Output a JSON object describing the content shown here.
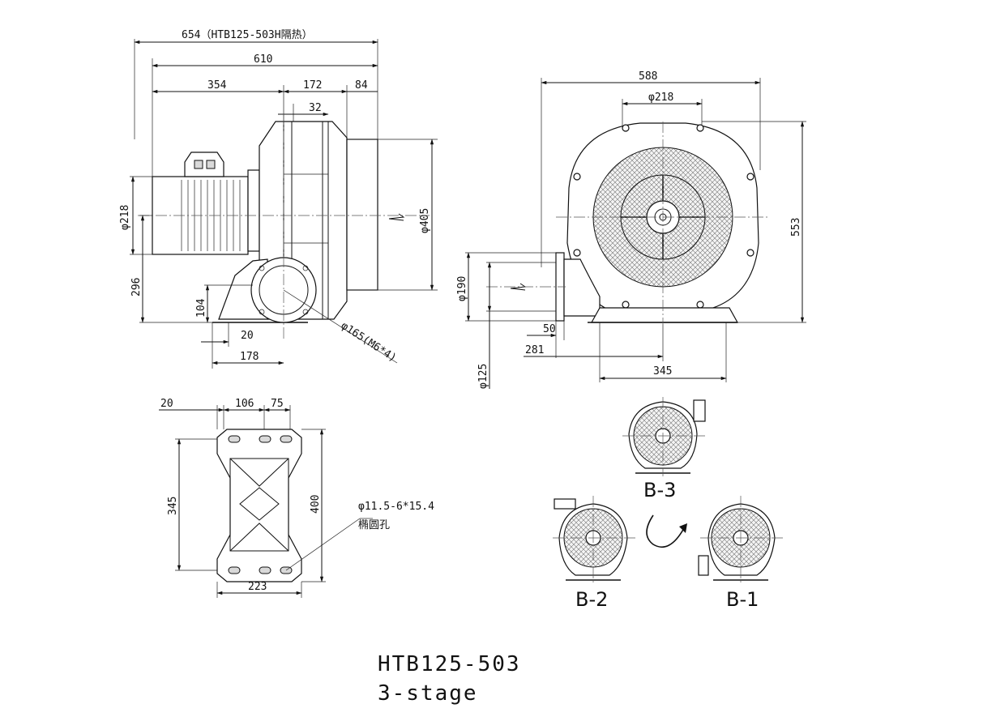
{
  "model": "HTB125-503",
  "stages": "3-stage",
  "side_view": {
    "overall_insulated": "654（HTB125-503H隔热）",
    "overall": "610",
    "motor_length": "354",
    "housing_length": "172",
    "outlet_depth": "84",
    "stage_width": "32",
    "motor_dia": "φ218",
    "shaft_height": "296",
    "inlet_height": "104",
    "foot_offset": "20",
    "foot_to_inlet": "178",
    "housing_dia": "φ405",
    "flange": "φ165(M6*4)"
  },
  "front_view": {
    "width": "588",
    "hub_dia": "φ218",
    "height": "553",
    "outlet_dia": "φ190",
    "outlet_bore": "φ125",
    "flange_thk": "50",
    "outlet_offset": "281",
    "base_width": "345"
  },
  "base_view": {
    "edge": "20",
    "slot_pitch": "106",
    "slot_span": "75",
    "hole_pitch": "345",
    "length": "400",
    "width": "223",
    "hole_spec": "φ11.5-6*15.4",
    "hole_name": "椭圆孔"
  },
  "orientations": {
    "b3": "B-3",
    "b2": "B-2",
    "b1": "B-1"
  }
}
